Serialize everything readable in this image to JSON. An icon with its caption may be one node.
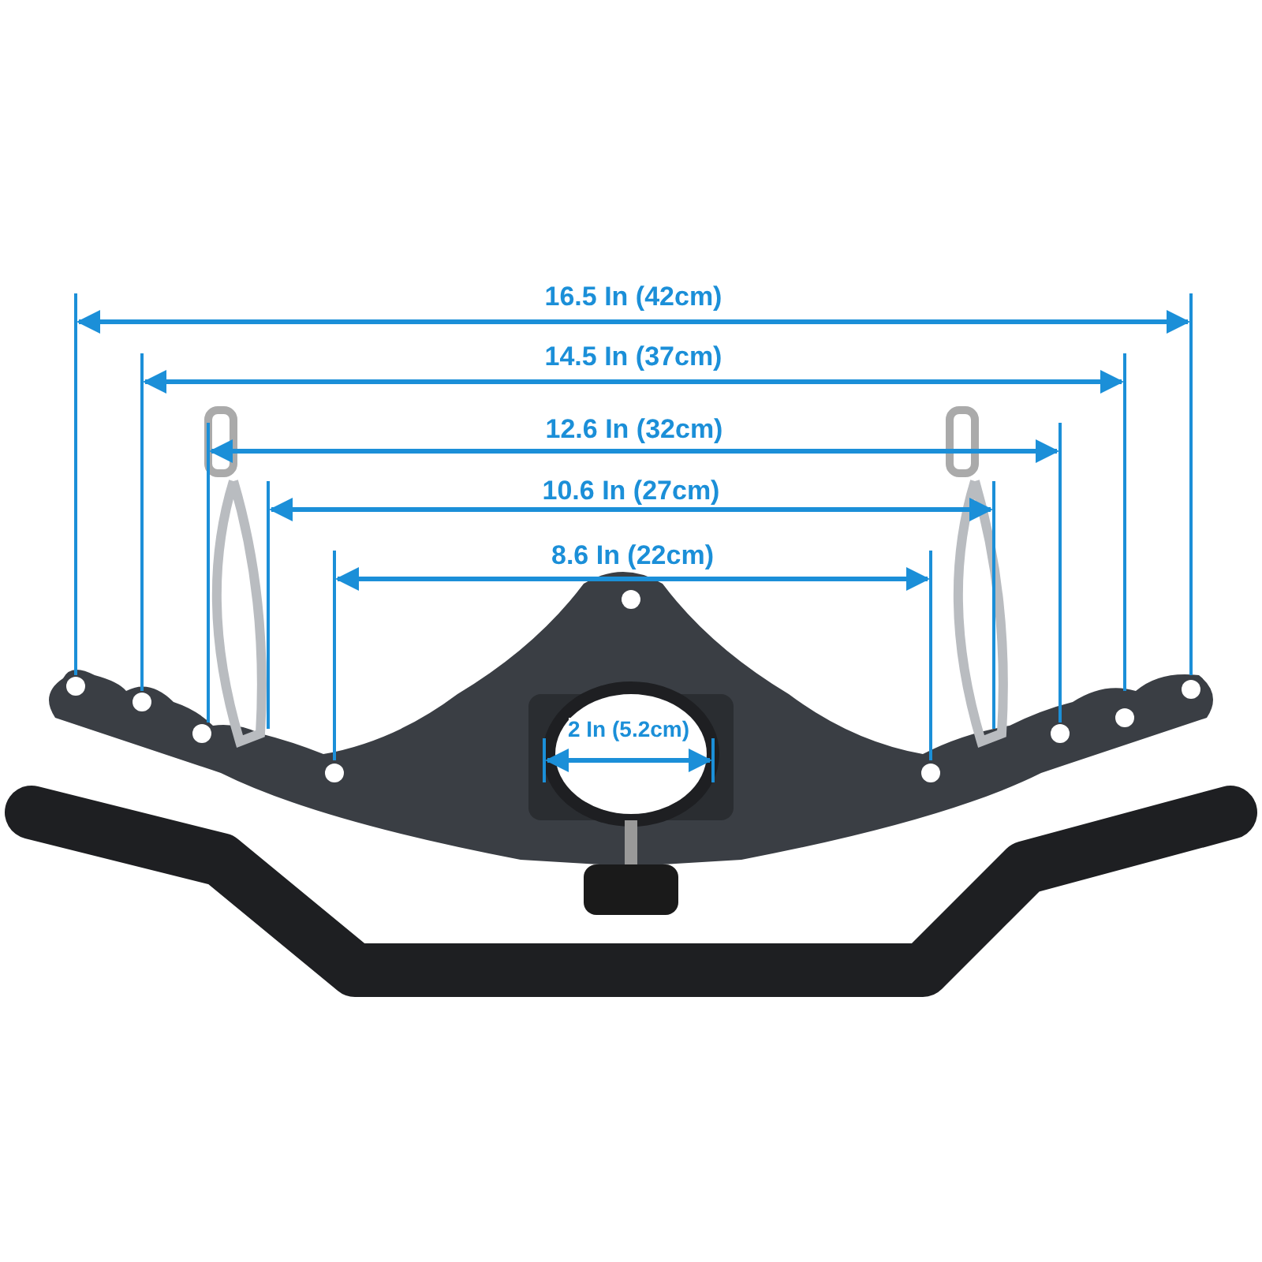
{
  "diagram": {
    "labels": [
      "16.5 In (42cm)",
      "14.5 In (37cm)",
      "12.6 In (32cm)",
      "10.6 In (27cm)",
      "8.6 In (22cm)",
      "2 In (5.2cm)"
    ]
  }
}
